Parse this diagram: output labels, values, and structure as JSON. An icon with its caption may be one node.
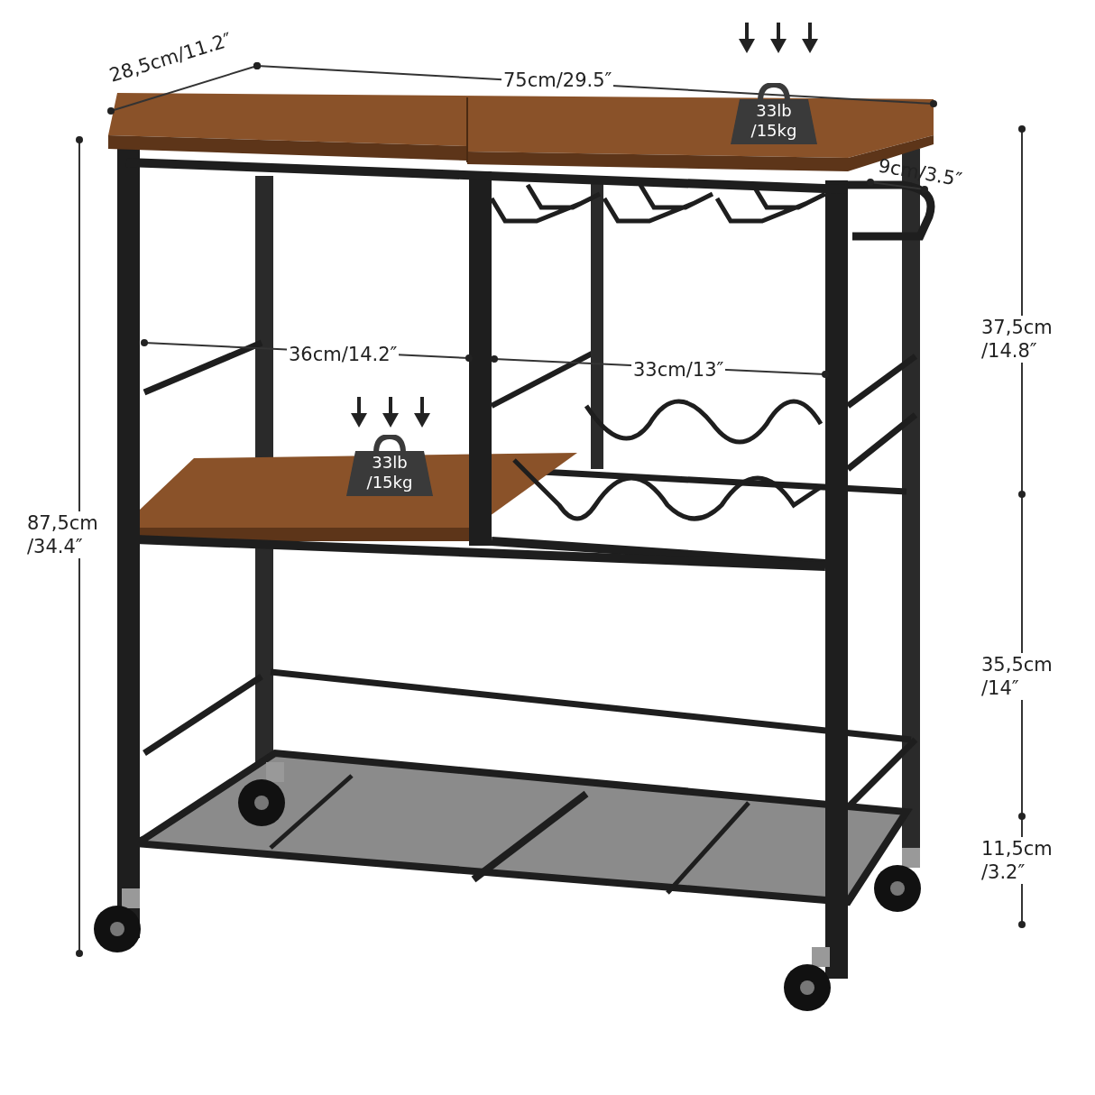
{
  "diagram": {
    "nodes": [
      {
        "text": [
          "33lb /15kg"
        ]
      },
      {
        "text": [
          "33lb /15kg"
        ]
      }
    ],
    "labels": [
      "28,5cm/11.2″",
      "75cm/29.5″",
      "9cm/3.5″",
      "37,5cm /14.8″",
      "36cm/14.2″",
      "33cm/13″",
      "87,5cm /34.4″",
      "35,5cm /14″",
      "11,5cm /3.2″"
    ]
  }
}
